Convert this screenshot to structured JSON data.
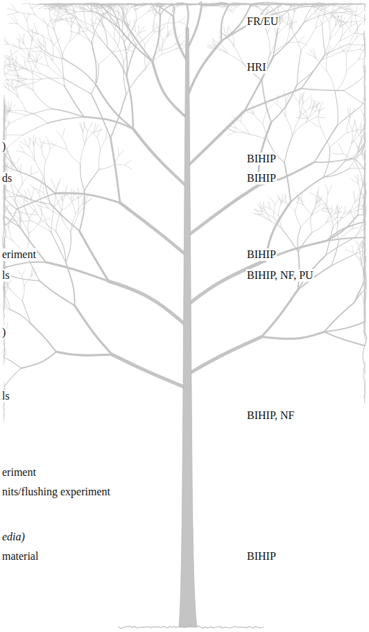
{
  "diagram": {
    "labels": [
      "FR/EU",
      "HRI",
      ")",
      "BIHIP",
      "ds",
      "BIHIP",
      "eriment",
      "BIHIP",
      "ls",
      "BIHIP, NF, PU",
      ")",
      "ls",
      "BIHIP, NF",
      "eriment",
      "nits/flushing experiment",
      "edia)",
      "material",
      "BIHIP"
    ]
  }
}
